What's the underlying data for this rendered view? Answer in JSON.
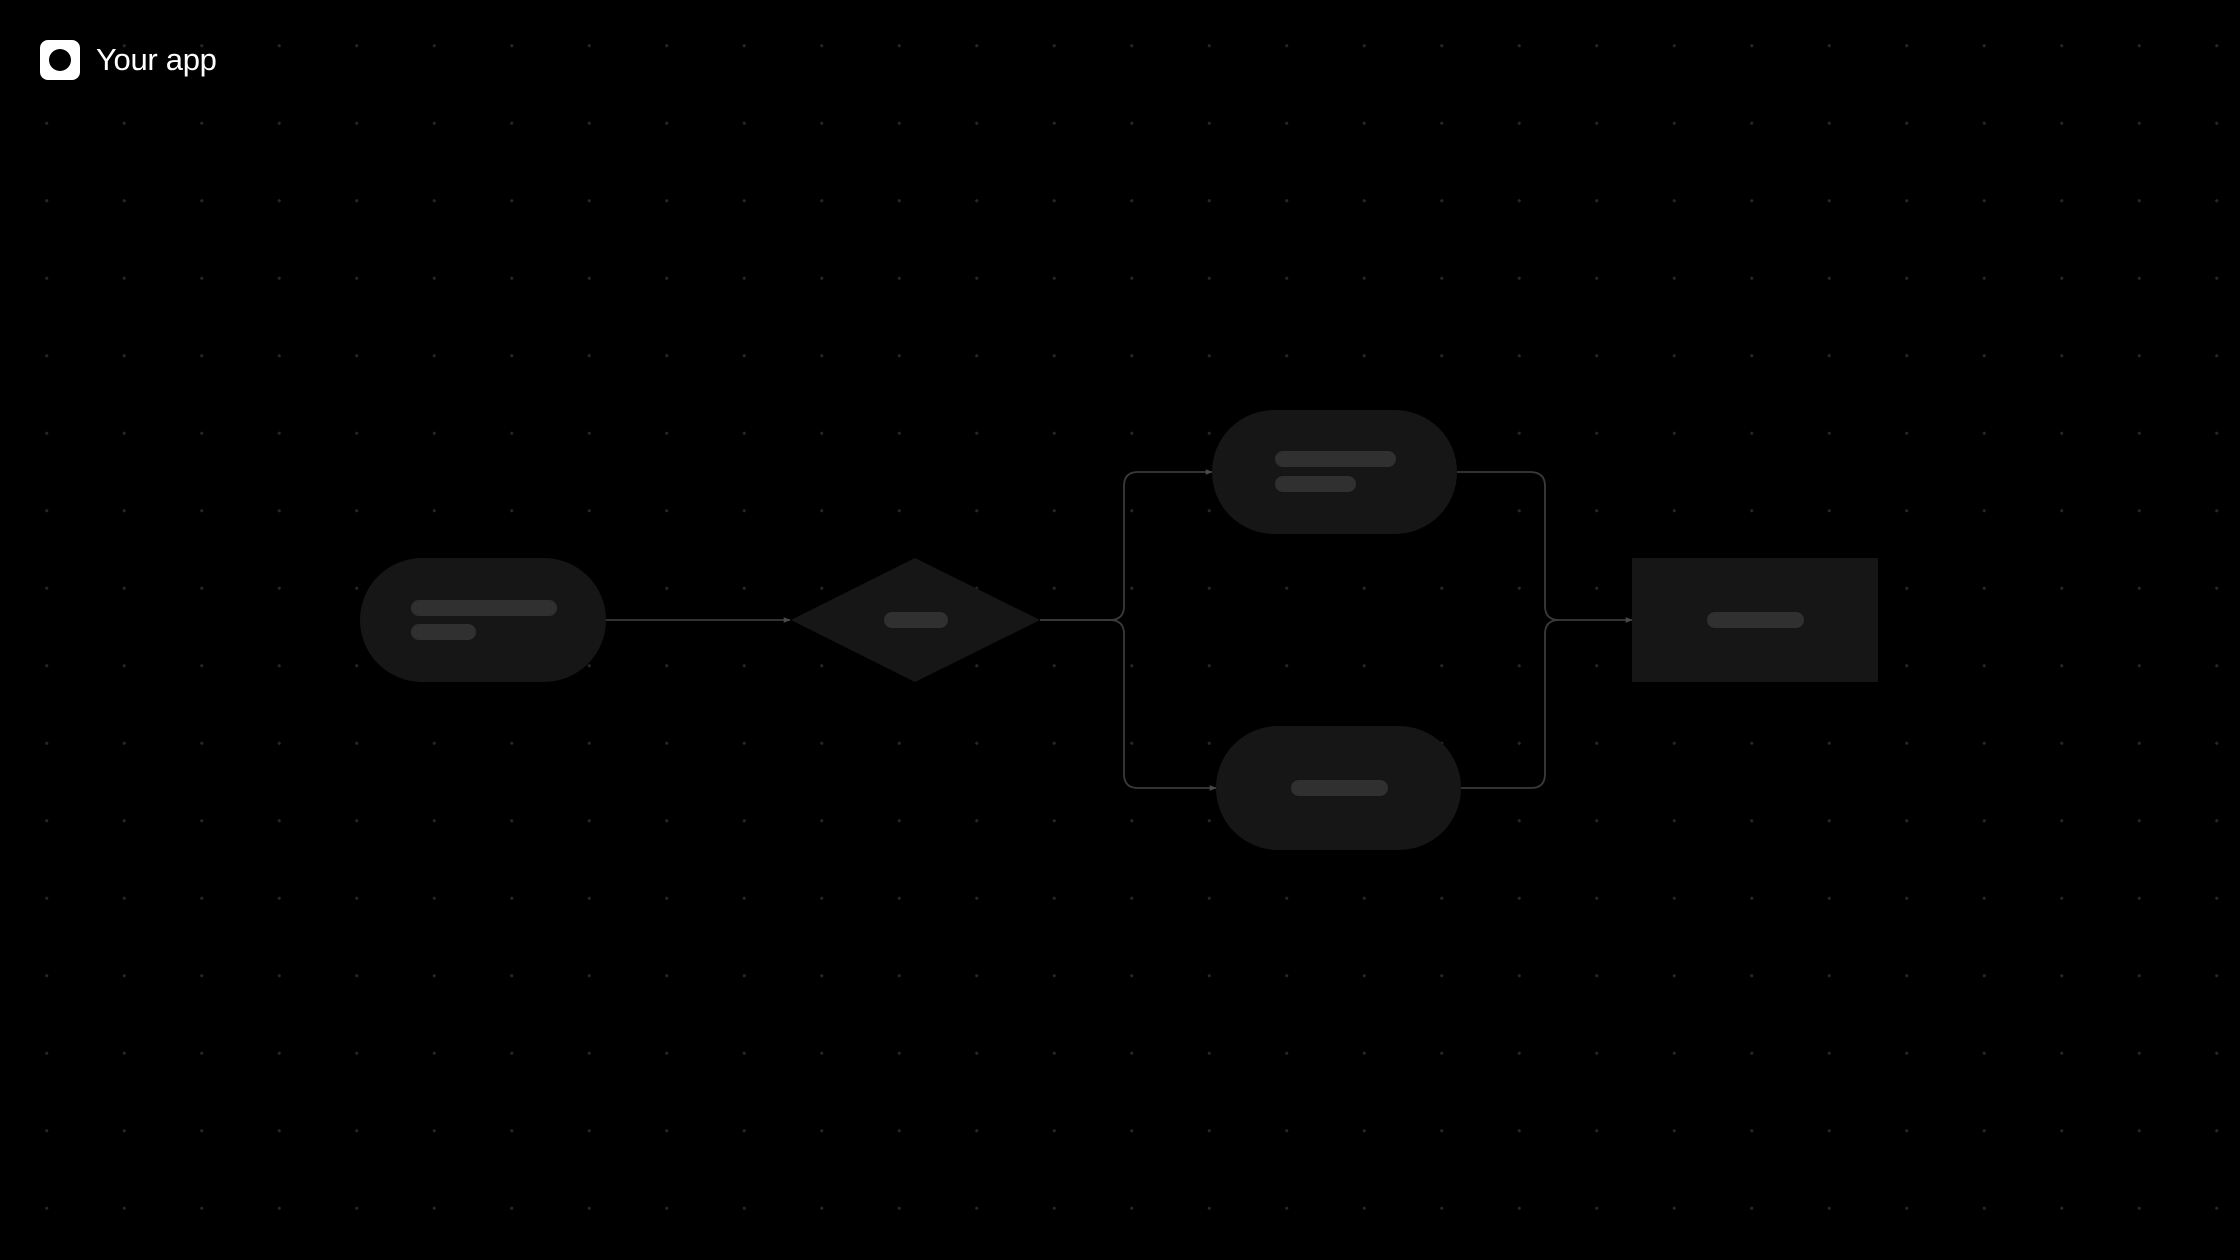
{
  "app": {
    "name": "Your app",
    "logo_icon": "app-logo-icon"
  },
  "theme": {
    "background": "#000000",
    "grid_dot": "#262626",
    "node_fill": "#161616",
    "placeholder_bar": "#303030",
    "connector": "#3a3a3a",
    "brand_text": "#ffffff"
  },
  "diagram": {
    "type": "flowchart",
    "nodes": [
      {
        "id": "start",
        "shape": "terminal",
        "placeholder_lines": 2
      },
      {
        "id": "decision",
        "shape": "diamond",
        "placeholder_lines": 1
      },
      {
        "id": "branch-upper",
        "shape": "terminal",
        "placeholder_lines": 2
      },
      {
        "id": "branch-lower",
        "shape": "terminal",
        "placeholder_lines": 1
      },
      {
        "id": "end",
        "shape": "rectangle",
        "placeholder_lines": 1
      }
    ],
    "edges": [
      {
        "from": "start",
        "to": "decision"
      },
      {
        "from": "decision",
        "to": "branch-upper"
      },
      {
        "from": "decision",
        "to": "branch-lower"
      },
      {
        "from": "branch-upper",
        "to": "end"
      },
      {
        "from": "branch-lower",
        "to": "end"
      }
    ]
  }
}
